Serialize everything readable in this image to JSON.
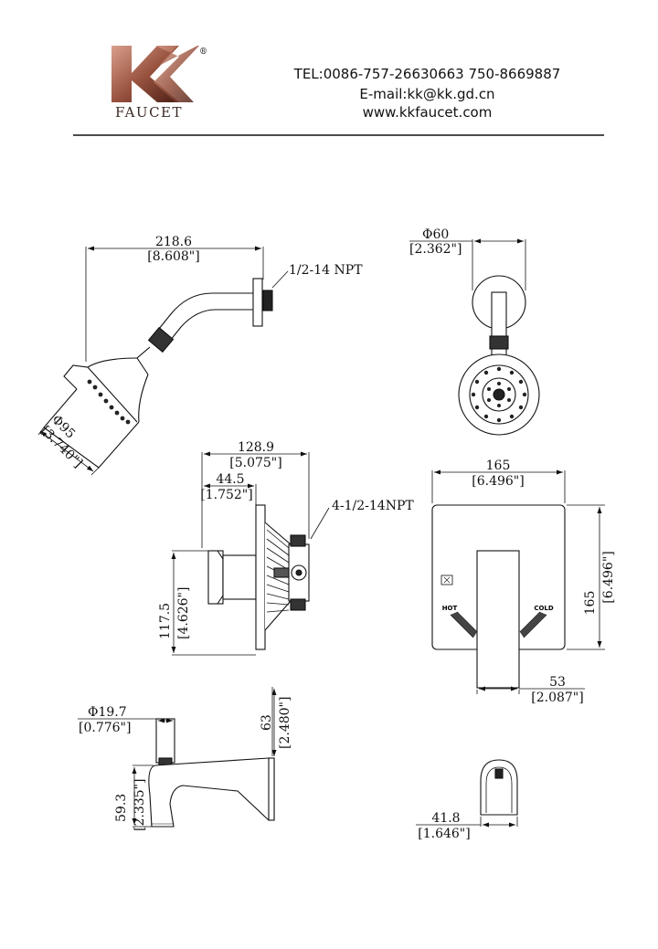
{
  "header": {
    "brand": {
      "mark": "K",
      "sub": "FAUCET",
      "registered": "®",
      "color_dark": "#4a1e15",
      "color_light": "#d9a08c"
    },
    "tel": "TEL:0086-757-26630663 750-8669887",
    "email": "E-mail:kk@kk.gd.cn",
    "web": "www.kkfaucet.com"
  },
  "shower_side": {
    "width_mm": "218.6",
    "width_in": "[8.608\"]",
    "thread": "1/2-14 NPT",
    "head_dia_mm": "Φ95",
    "head_dia_in": "[3.740\"]"
  },
  "shower_front": {
    "flange_mm": "Φ60",
    "flange_in": "[2.362\"]"
  },
  "valve_side": {
    "depth_mm": "128.9",
    "depth_in": "[5.075\"]",
    "handle_mm": "44.5",
    "handle_in": "[1.752\"]",
    "ports": "4-1/2-14NPT",
    "height_mm": "117.5",
    "height_in": "[4.626\"]"
  },
  "trim_front": {
    "width_mm": "165",
    "width_in": "[6.496\"]",
    "height_mm": "165",
    "height_in": "[6.496\"]",
    "handle_mm": "53",
    "handle_in": "[2.087\"]",
    "hot": "HOT",
    "cold": "COLD"
  },
  "spout_side": {
    "diverter_mm": "Φ19.7",
    "diverter_in": "[0.776\"]",
    "length_mm": "63",
    "length_in": "[2.480\"]",
    "height_mm": "59.3",
    "height_in": "[2.335\"]"
  },
  "spout_front": {
    "width_mm": "41.8",
    "width_in": "[1.646\"]"
  }
}
